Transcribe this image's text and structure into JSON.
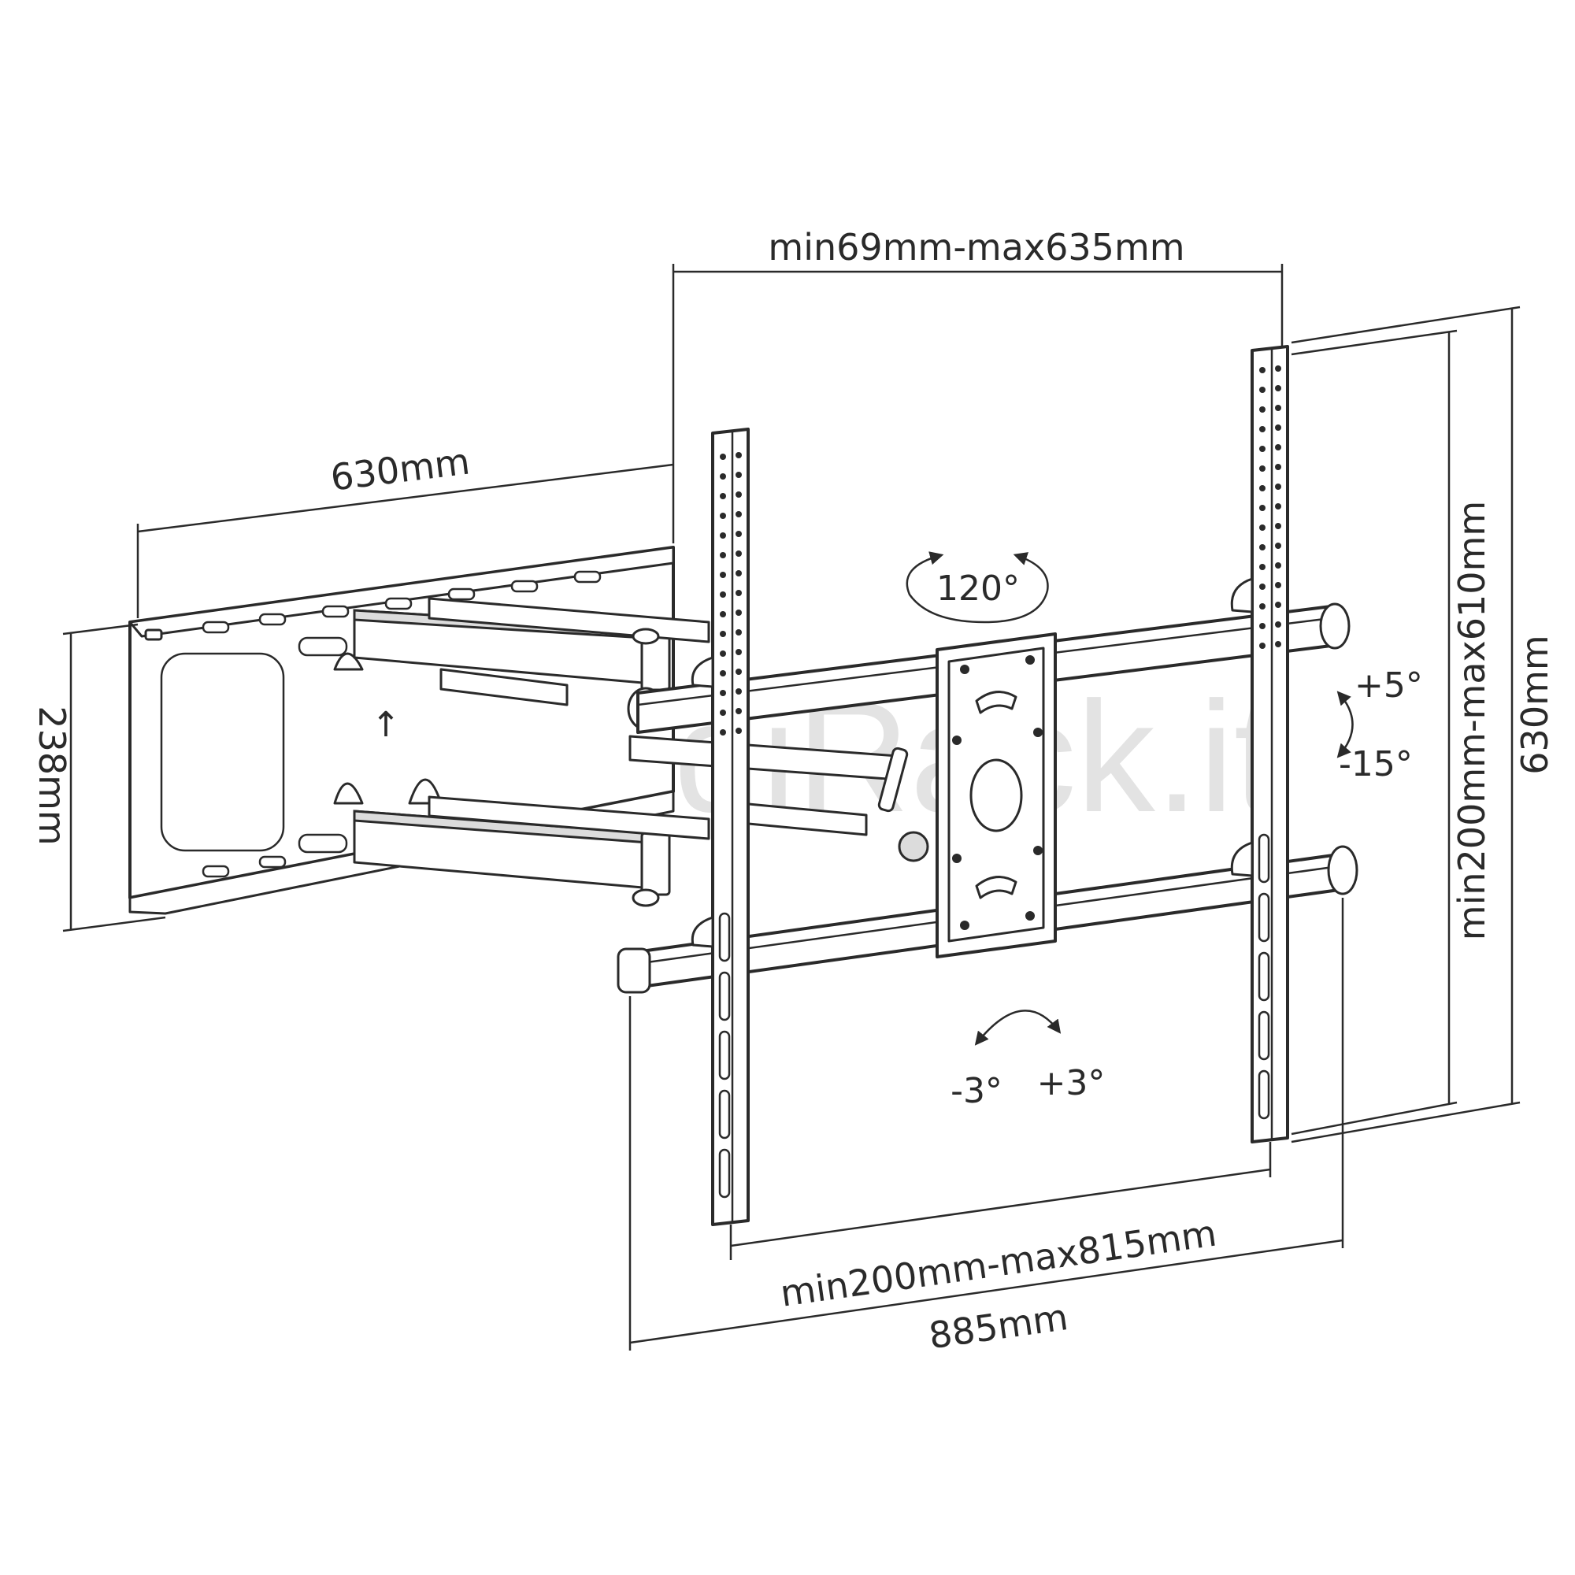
{
  "watermark": "ArmadiRack.it",
  "dimensions": {
    "top_rail_span": "min69mm-max635mm",
    "arm_extension": "630mm",
    "wall_plate_height": "238mm",
    "vertical_hole_span": "min200mm-max610mm",
    "overall_height": "630mm",
    "horizontal_hole_span": "min200mm-max815mm",
    "overall_width": "885mm"
  },
  "angles": {
    "swivel": "120°",
    "tilt_up": "+5°",
    "tilt_down": "-15°",
    "level_left": "-3°",
    "level_right": "+3°"
  }
}
